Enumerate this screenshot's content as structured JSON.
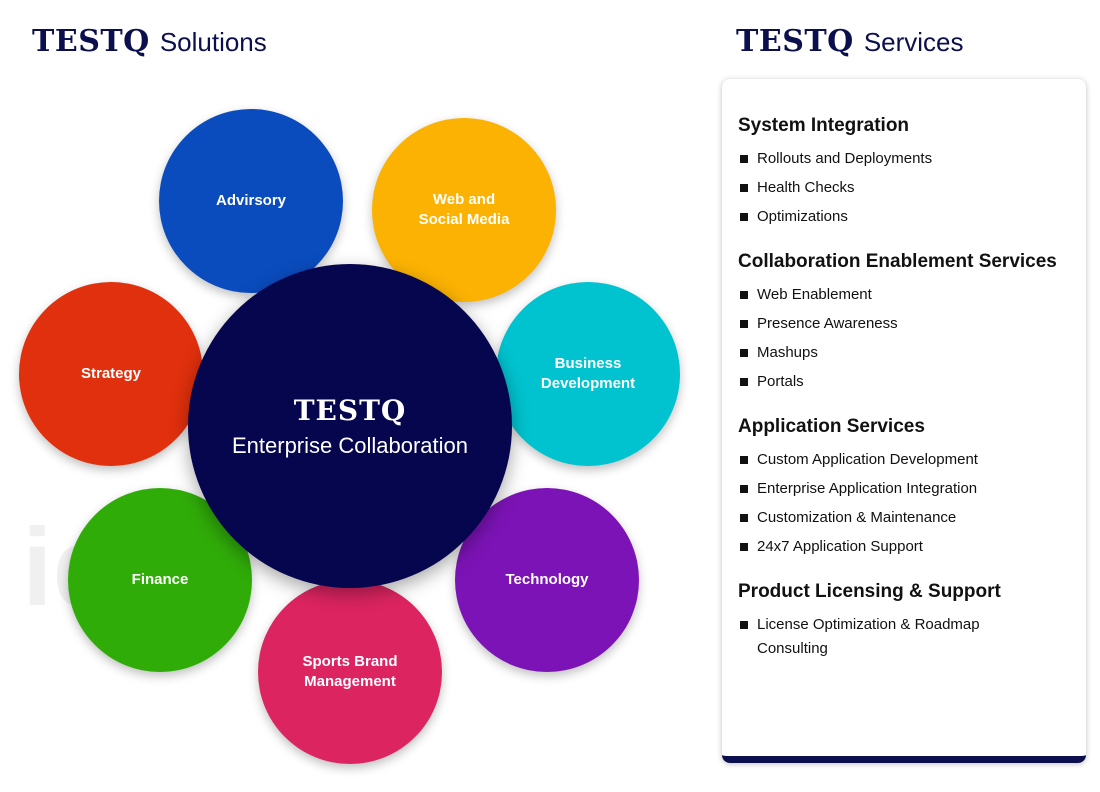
{
  "headings": {
    "left": {
      "brand": "TESTQ",
      "word": "Solutions"
    },
    "right": {
      "brand": "TESTQ",
      "word": "Services"
    }
  },
  "center": {
    "brand": "TESTQ",
    "subtitle": "Enterprise Collaboration",
    "color": "#05064d"
  },
  "watermark": "iq",
  "solutions": [
    {
      "label": "Advirsory",
      "color": "#0a4cbe"
    },
    {
      "label": "Web and\nSocial Media",
      "color": "#fbb203"
    },
    {
      "label": "Business\nDevelopment",
      "color": "#00c3cf"
    },
    {
      "label": "Technology",
      "color": "#7c13b6"
    },
    {
      "label": "Sports Brand\nManagement",
      "color": "#dc2461"
    },
    {
      "label": "Finance",
      "color": "#30ac09"
    },
    {
      "label": "Strategy",
      "color": "#e0300d"
    }
  ],
  "services": [
    {
      "title": "System Integration",
      "items": [
        "Rollouts and Deployments",
        "Health Checks",
        "Optimizations"
      ]
    },
    {
      "title": "Collaboration Enablement Services",
      "items": [
        "Web Enablement",
        "Presence Awareness",
        "Mashups",
        "Portals"
      ]
    },
    {
      "title": "Application Services",
      "items": [
        "Custom Application Development",
        "Enterprise Application Integration",
        "Customization & Maintenance",
        "24x7 Application Support"
      ]
    },
    {
      "title": "Product Licensing & Support",
      "items": [
        "License Optimization & Roadmap Consulting"
      ]
    }
  ]
}
